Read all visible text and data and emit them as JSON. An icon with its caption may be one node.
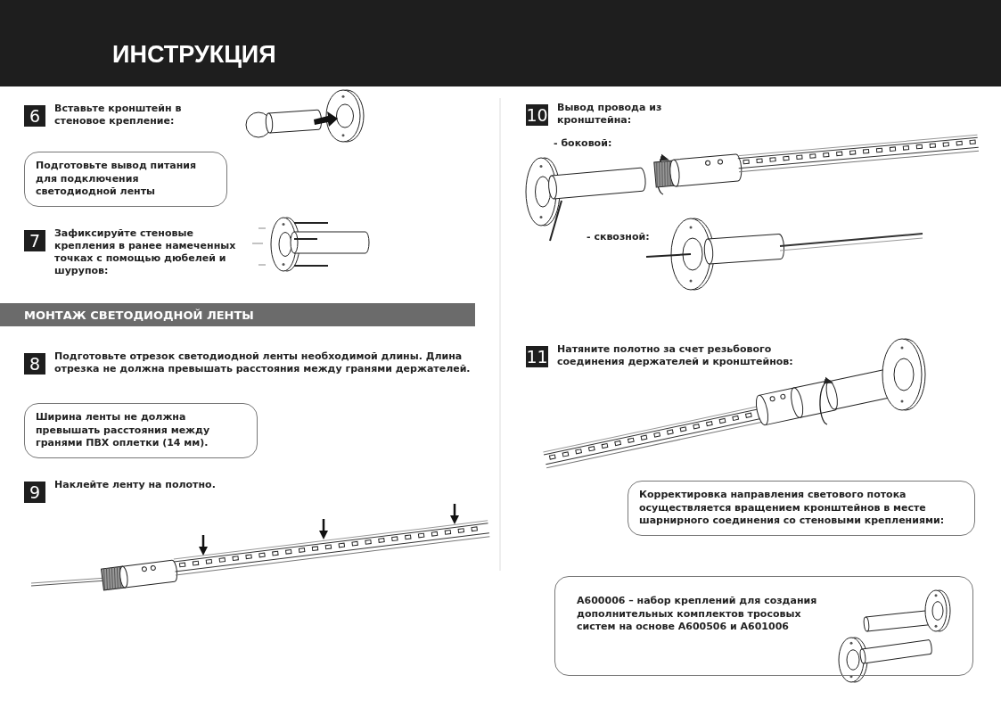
{
  "diagram": {
    "title": "ИНСТРУКЦИЯ",
    "nodes": [
      {
        "text": [
          "6"
        ],
        "beside": [
          "Вставьте кронштейн в стеновое крепление:"
        ]
      },
      {
        "text": [
          "Подготовьте вывод питания для подключения светодиодной ленты"
        ]
      },
      {
        "text": [
          "7"
        ],
        "beside": [
          "Зафиксируйте стеновые крепления в ранее намеченных точках с помощью дюбелей и шурупов:"
        ]
      },
      {
        "text": [
          "МОНТАЖ СВЕТОДИОДНОЙ ЛЕНТЫ"
        ]
      },
      {
        "text": [
          "8"
        ],
        "beside": [
          "Подготовьте отрезок светодиодной ленты необходимой длины. Длина отрезка не должна превышать расстояния между гранями держателей."
        ]
      },
      {
        "text": [
          "Ширина ленты не должна превышать расстояния между гранями ПВХ оплетки (14 мм)."
        ]
      },
      {
        "text": [
          "9"
        ],
        "beside": [
          "Наклейте ленту на полотно."
        ]
      },
      {
        "text": [
          "10"
        ],
        "beside": [
          "Вывод провода из кронштейна:"
        ]
      },
      {
        "text": [
          "11"
        ],
        "beside": [
          "Натяните полотно за счет резьбового соединения держателей и кронштейнов:"
        ]
      },
      {
        "text": [
          "Корректировка направления светового потока осуществляется вращением кронштейнов в месте шарнирного соединения со стеновыми креплениями:"
        ]
      },
      {
        "text": [
          "A600006 – набор креплений для создания дополнительных комплектов тросовых систем на основе A600506 и A601006"
        ]
      }
    ],
    "labels": [
      "- боковой:",
      "- сквозной:"
    ]
  }
}
